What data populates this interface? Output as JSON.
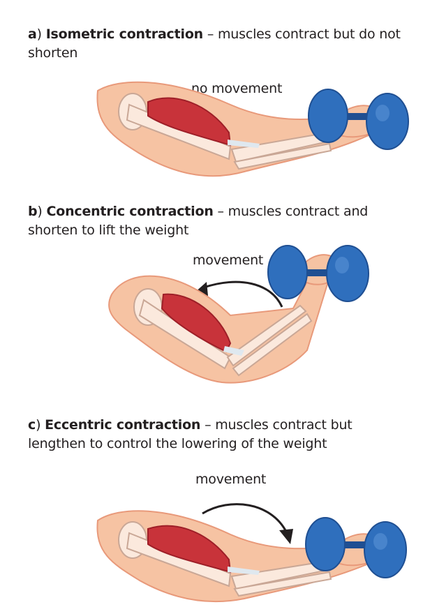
{
  "panels": [
    {
      "letter": "a",
      "term": "Isometric contraction",
      "description": " – muscles contract but do not shorten",
      "movement_label": "no movement"
    },
    {
      "letter": "b",
      "term": "Concentric contraction",
      "description": " – muscles contract and shorten to lift the weight",
      "movement_label": "movement"
    },
    {
      "letter": "c",
      "term": "Eccentric contraction",
      "description": " – muscles contract but lengthen to control the lowering of the weight",
      "movement_label": "movement"
    }
  ],
  "colors": {
    "skin": "#f6c3a3",
    "skin_outline": "#e8997a",
    "bone": "#fbe9dd",
    "bone_outline": "#c9a796",
    "muscle": "#c8333a",
    "muscle_dark": "#9e1f28",
    "tendon": "#dfe8ef",
    "dumbbell": "#2f6fbd",
    "dumbbell_dark": "#1f4f92",
    "arrow": "#231f20"
  }
}
